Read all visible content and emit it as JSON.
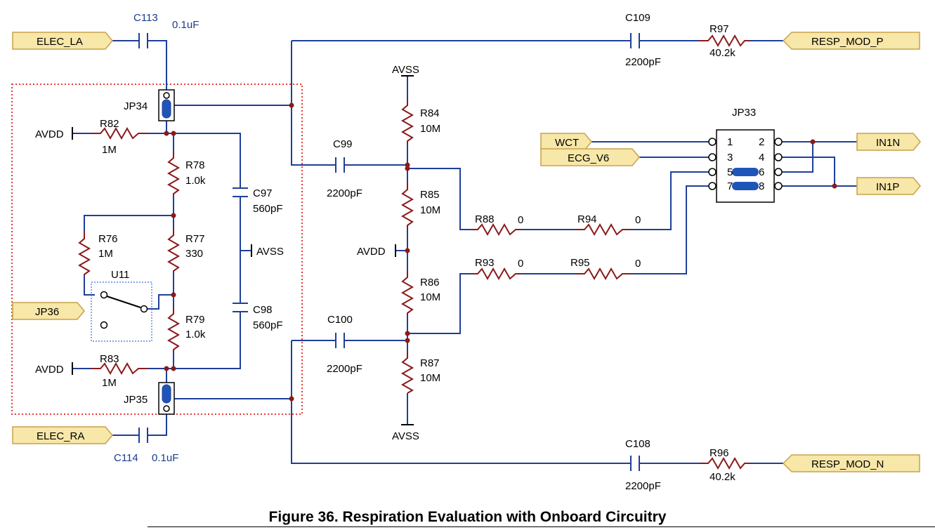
{
  "figure": {
    "caption": "Figure 36. Respiration Evaluation with Onboard Circuitry"
  },
  "colors": {
    "wire": "#1f3f99",
    "junction": "#8b1a1a",
    "port_fill": "#f7e7a8",
    "port_stroke": "#c9a24a",
    "box": "#e83a3a"
  },
  "ports": {
    "elec_la": "ELEC_LA",
    "elec_ra": "ELEC_RA",
    "jp36": "JP36",
    "resp_mod_p": "RESP_MOD_P",
    "resp_mod_n": "RESP_MOD_N",
    "wct": "WCT",
    "ecg_v6": "ECG_V6",
    "in1n": "IN1N",
    "in1p": "IN1P"
  },
  "components": {
    "c113": {
      "ref": "C113",
      "value": "0.1uF"
    },
    "c114": {
      "ref": "C114",
      "value": "0.1uF"
    },
    "jp34": {
      "ref": "JP34"
    },
    "jp35": {
      "ref": "JP35"
    },
    "r82": {
      "ref": "R82",
      "value": "1M"
    },
    "r83": {
      "ref": "R83",
      "value": "1M"
    },
    "r78": {
      "ref": "R78",
      "value": "1.0k"
    },
    "r77": {
      "ref": "R77",
      "value": "330"
    },
    "r79": {
      "ref": "R79",
      "value": "1.0k"
    },
    "r76": {
      "ref": "R76",
      "value": "1M"
    },
    "u11": {
      "ref": "U11"
    },
    "c97": {
      "ref": "C97",
      "value": "560pF"
    },
    "c98": {
      "ref": "C98",
      "value": "560pF"
    },
    "c99": {
      "ref": "C99",
      "value": "2200pF"
    },
    "c100": {
      "ref": "C100",
      "value": "2200pF"
    },
    "r84": {
      "ref": "R84",
      "value": "10M"
    },
    "r85": {
      "ref": "R85",
      "value": "10M"
    },
    "r86": {
      "ref": "R86",
      "value": "10M"
    },
    "r87": {
      "ref": "R87",
      "value": "10M"
    },
    "r88": {
      "ref": "R88",
      "value": "0"
    },
    "r94": {
      "ref": "R94",
      "value": "0"
    },
    "r93": {
      "ref": "R93",
      "value": "0"
    },
    "r95": {
      "ref": "R95",
      "value": "0"
    },
    "c109": {
      "ref": "C109",
      "value": "2200pF"
    },
    "c108": {
      "ref": "C108",
      "value": "2200pF"
    },
    "r97": {
      "ref": "R97",
      "value": "40.2k"
    },
    "r96": {
      "ref": "R96",
      "value": "40.2k"
    },
    "jp33": {
      "ref": "JP33",
      "pins": [
        "1",
        "2",
        "3",
        "4",
        "5",
        "6",
        "7",
        "8"
      ]
    }
  },
  "rails": {
    "avdd": "AVDD",
    "avss": "AVSS"
  }
}
